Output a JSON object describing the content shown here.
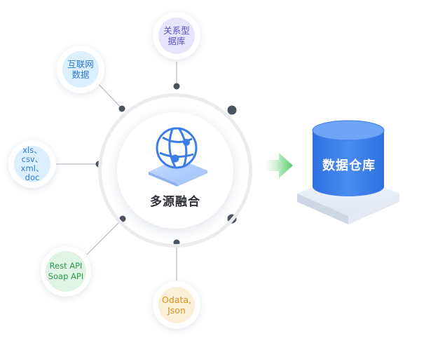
{
  "sources": {
    "relational_db": "关系型\n据库",
    "internet_data": "互联网\n数据",
    "files": "xls、\ncsv、\nxml、\ndoc",
    "apis": "Rest API\nSoap API",
    "odata_json": "Odata,\nJson"
  },
  "hub": {
    "label": "多源融合"
  },
  "target": {
    "label": "数据仓库"
  },
  "colors": {
    "purple": "#5b4fcf",
    "blue": "#2c79d8",
    "green": "#2b9a4a",
    "orange": "#d9931f",
    "warehouse": "#3d7de8",
    "arrow": "#5ccb6a"
  },
  "icons": {
    "hub": "globe-network-icon",
    "flow": "arrow-right-icon",
    "warehouse": "database-cylinder-icon"
  }
}
